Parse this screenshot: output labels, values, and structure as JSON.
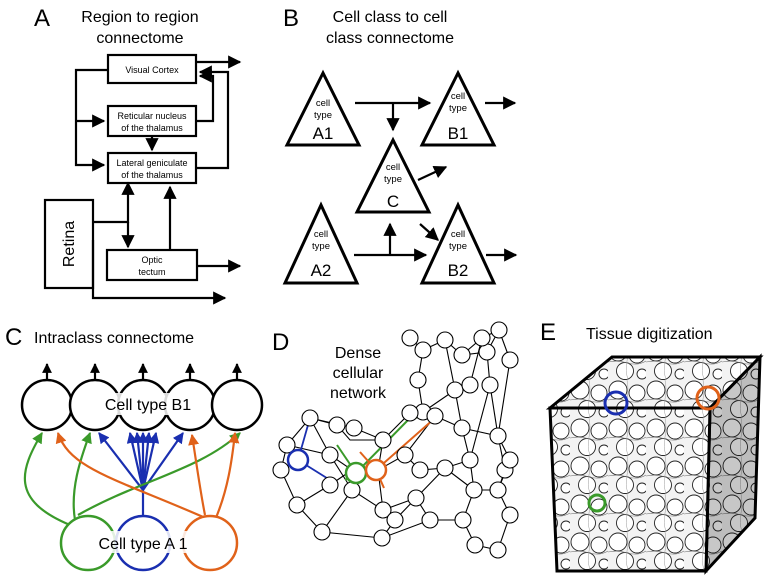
{
  "panel_a": {
    "letter": "A",
    "title_line1": "Region to region",
    "title_line2": "connectome",
    "boxes": {
      "visual_cortex": "Visual Cortex",
      "reticular_line1": "Reticular nucleus",
      "reticular_line2": "of the thalamus",
      "lgn_line1": "Lateral geniculate",
      "lgn_line2": "of the thalamus",
      "retina": "Retina",
      "optic_line1": "Optic",
      "optic_line2": "tectum"
    }
  },
  "panel_b": {
    "letter": "B",
    "title_line1": "Cell class to cell",
    "title_line2": "class connectome",
    "cell_word1": "cell",
    "cell_word2": "type",
    "cells": {
      "a1": "A1",
      "b1": "B1",
      "c": "C",
      "a2": "A2",
      "b2": "B2"
    }
  },
  "panel_c": {
    "letter": "C",
    "title": "Intraclass connectome",
    "top_label": "Cell type B1",
    "bottom_label": "Cell type A 1"
  },
  "panel_d": {
    "letter": "D",
    "title_line1": "Dense",
    "title_line2": "cellular",
    "title_line3": "network"
  },
  "panel_e": {
    "letter": "E",
    "title": "Tissue digitization"
  },
  "colors": {
    "blue": "#1a2fb0",
    "green": "#3a9a2a",
    "orange": "#e0621a"
  }
}
